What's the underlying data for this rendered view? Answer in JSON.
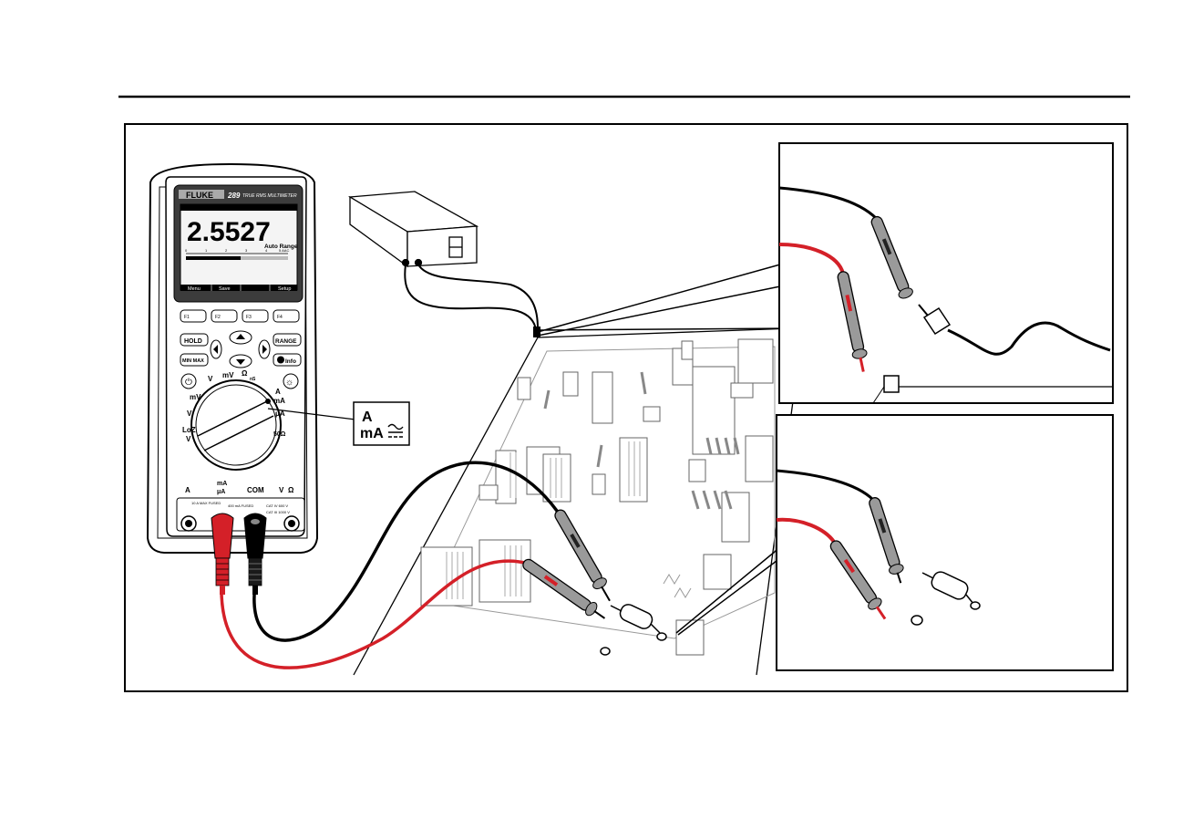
{
  "meter": {
    "brand": "FLUKE",
    "model": "289",
    "subtitle": "TRUE RMS MULTIMETER",
    "reading": "2.5527",
    "range_label": "Auto Range",
    "bar_scale": [
      "0",
      "1",
      "2",
      "3",
      "4",
      "5 AAC"
    ],
    "softkeys": [
      "Menu",
      "Save",
      "",
      "",
      "Setup"
    ],
    "fkeys": [
      "F1",
      "F2",
      "F3",
      "F4"
    ],
    "buttons": {
      "hold": "HOLD",
      "minmax": "MIN MAX",
      "range": "RANGE",
      "info": "Info"
    },
    "dial_labels": {
      "mv_ac": "mV",
      "v_ac": "V",
      "v_dc": "V",
      "mv_dc": "mV",
      "ohm": "Ω",
      "ns": "nS",
      "a": "A",
      "ma": "mA",
      "ua": "μA",
      "loz": "LoZ",
      "v_loz": "V",
      "fifty_ohm": "50Ω"
    },
    "jacks": {
      "a": "A",
      "ma": "mA",
      "ua": "μA",
      "com": "COM",
      "v": "V",
      "ohm": "Ω"
    },
    "jack_notes": {
      "fused_a": "10 A MAX FUSED",
      "fused_ma": "400 mA FUSED",
      "cat": "CAT IV 600 V",
      "cat2": "CAT III 1000 V"
    }
  },
  "callout": {
    "line1": "A",
    "line2": "mA"
  }
}
